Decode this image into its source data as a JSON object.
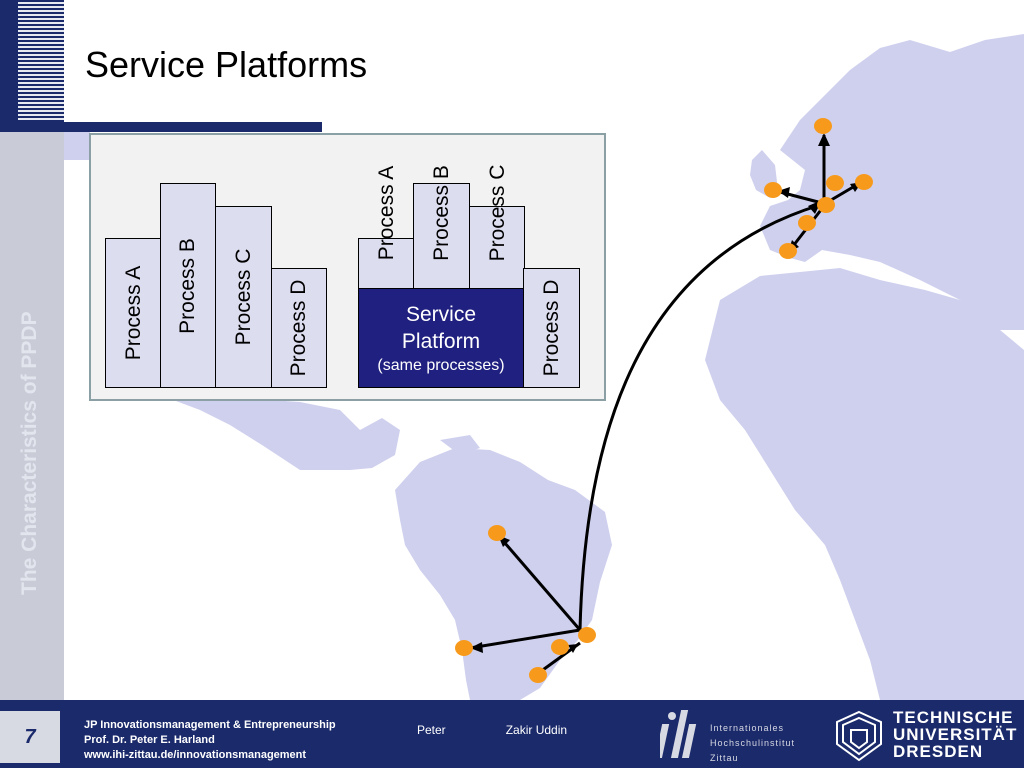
{
  "slide": {
    "title": "Service Platforms",
    "side_label": "The Characteristics of PPDP",
    "page_number": "7"
  },
  "inset": {
    "left_bars": [
      "Process A",
      "Process B",
      "Process C",
      "Process D"
    ],
    "right_top_processes": [
      "Process A",
      "Process B",
      "Process C"
    ],
    "right_side_process": "Process D",
    "service_platform": {
      "line1": "Service",
      "line2": "Platform",
      "line3": "(same processes)"
    }
  },
  "footer": {
    "course": "JP Innovationsmanagement & Entrepreneurship",
    "professor": "Prof. Dr. Peter E. Harland",
    "url": "www.ihi-zittau.de/innovationsmanagement",
    "name_first": "Peter",
    "name_second": "Zakir Uddin",
    "ihi_lines": [
      "Internationales",
      "Hochschulinstitut",
      "Zittau"
    ],
    "tud_lines": [
      "TECHNISCHE",
      "UNIVERSITÄT",
      "DRESDEN"
    ]
  },
  "colors": {
    "navy": "#1b2a6b",
    "land": "#cfd0ee",
    "marker": "#f79a1b",
    "bar_fill": "#ddddf0",
    "service_fill": "#202080"
  }
}
